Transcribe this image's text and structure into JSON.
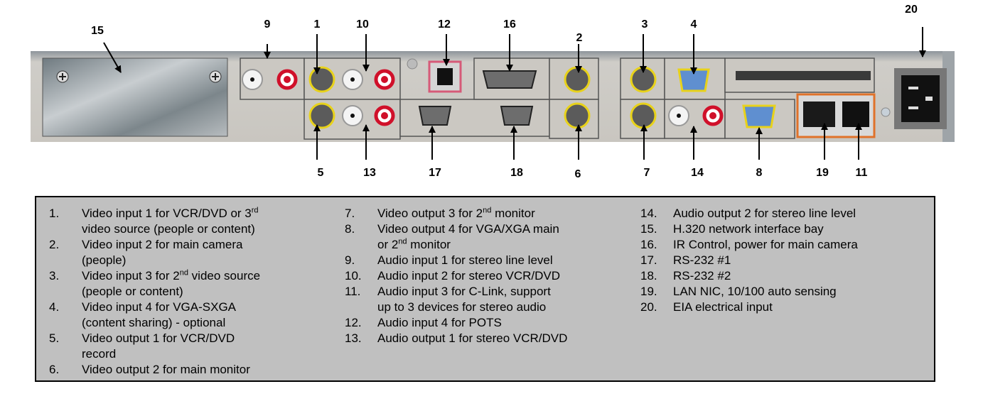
{
  "callouts": {
    "top": [
      "15",
      "9",
      "1",
      "10",
      "12",
      "16",
      "2",
      "3",
      "4",
      "20"
    ],
    "bottom": [
      "5",
      "13",
      "17",
      "18",
      "6",
      "7",
      "14",
      "8",
      "19",
      "11"
    ]
  },
  "legend": {
    "columns": [
      [
        {
          "num": "1.",
          "text": "Video input 1 for VCR/DVD or 3rd\nvideo source (people or content)"
        },
        {
          "num": "2.",
          "text": "Video input 2 for main camera\n(people)"
        },
        {
          "num": "3.",
          "text": "Video input 3 for 2nd video source\n(people or content)"
        },
        {
          "num": "4.",
          "text": "Video input 4 for VGA-SXGA\n(content sharing) - optional"
        },
        {
          "num": "5.",
          "text": "Video output 1 for VCR/DVD\nrecord"
        },
        {
          "num": "6.",
          "text": "Video output 2 for main monitor"
        }
      ],
      [
        {
          "num": "7.",
          "text": "Video output 3 for 2nd monitor"
        },
        {
          "num": "8.",
          "text": "Video output 4 for VGA/XGA main\nor 2nd monitor"
        },
        {
          "num": "9.",
          "text": "Audio input 1 for stereo line level"
        },
        {
          "num": "10.",
          "text": "Audio input 2 for stereo VCR/DVD"
        },
        {
          "num": "11.",
          "text": "Audio input 3 for C-Link, support\nup to 3 devices for stereo audio"
        },
        {
          "num": "12.",
          "text": "Audio input 4 for POTS"
        },
        {
          "num": "13.",
          "text": "Audio output 1 for stereo VCR/DVD"
        }
      ],
      [
        {
          "num": "14.",
          "text": "Audio output 2 for stereo line level"
        },
        {
          "num": "15.",
          "text": "H.320 network interface bay"
        },
        {
          "num": "16.",
          "text": "IR Control, power for main camera"
        },
        {
          "num": "17.",
          "text": "RS-232 #1"
        },
        {
          "num": "18.",
          "text": "RS-232 #2"
        },
        {
          "num": "19.",
          "text": "LAN NIC, 10/100 auto sensing"
        },
        {
          "num": "20.",
          "text": "EIA electrical input"
        }
      ]
    ]
  }
}
